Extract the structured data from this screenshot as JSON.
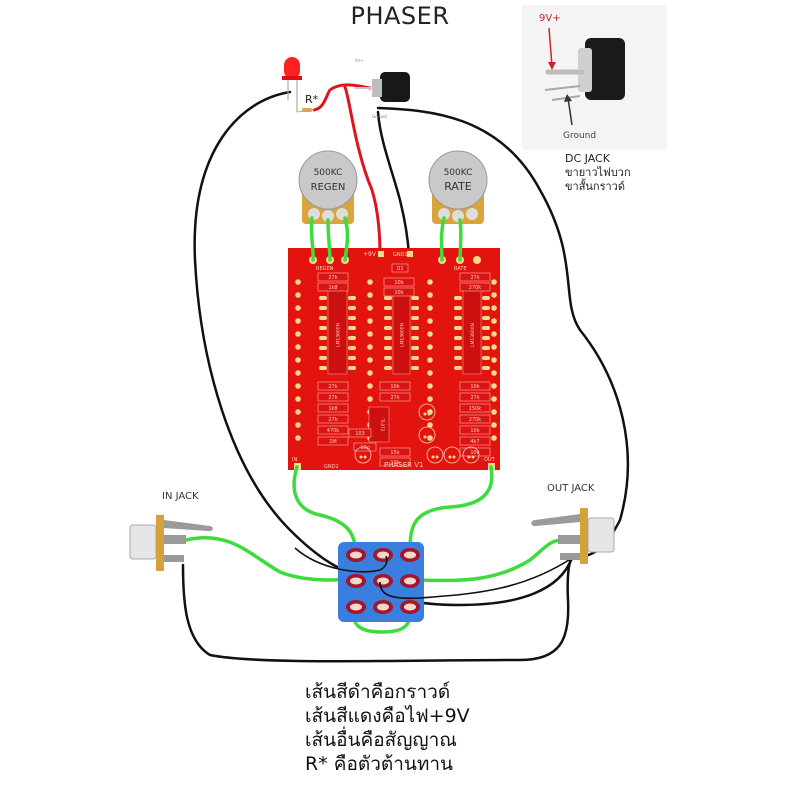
{
  "title": "PHASER",
  "dc_jack_photo": {
    "positive_label": "9V+",
    "ground_label": "Ground",
    "caption": [
      "DC JACK",
      "ขายาวไฟบวก",
      "ขาสั้นกราวด์"
    ]
  },
  "led_assembly": {
    "resistor_label": "R*",
    "jack_pin_positive": "9V+",
    "jack_pin_ground": "Ground"
  },
  "pots": [
    {
      "value": "500KC",
      "name": "REGEN"
    },
    {
      "value": "500KC",
      "name": "RATE"
    }
  ],
  "pcb": {
    "power_label": "+9V",
    "ground_label": "GND1",
    "ground2_label": "GND2",
    "regen_label": "REGEN",
    "rate_label": "RATE",
    "in_label": "IN",
    "out_label": "OUT",
    "board_name": "PHASER V1",
    "diode_label": "D1",
    "ic_labels": [
      "LM13600N",
      "LM13600N",
      "LM13600N",
      "TL072"
    ],
    "resistor_labels": [
      "27k",
      "1k8",
      "27k",
      "10k",
      "10k",
      "10k",
      "27k",
      "27k",
      "10k",
      "27k",
      "270k",
      "150k",
      "27k",
      "27k",
      "1k8",
      "27k",
      "470k",
      "1M",
      "10k",
      "27k",
      "10k",
      "27k",
      "150k",
      "270k",
      "10k",
      "4k7",
      "10k",
      "15k",
      "10k",
      "10k"
    ],
    "cap_labels": [
      "103",
      "10p"
    ]
  },
  "jacks": {
    "in_label": "IN JACK",
    "out_label": "OUT JACK"
  },
  "legend": [
    "เส้นสีดำคือกราวด์",
    "เส้นสีแดงคือไฟ+9V",
    "เส้นอื่นคือสัญญาณ",
    "R* คือตัวต้านทาน"
  ],
  "colors": {
    "ground_wire": "#111111",
    "power_wire": "#e0141b",
    "signal_wire": "#3ddc3d",
    "pcb": "#e3140f",
    "switch": "#3a7fe0",
    "pot_body": "#c9c9c9",
    "pot_base": "#d9a43a"
  }
}
